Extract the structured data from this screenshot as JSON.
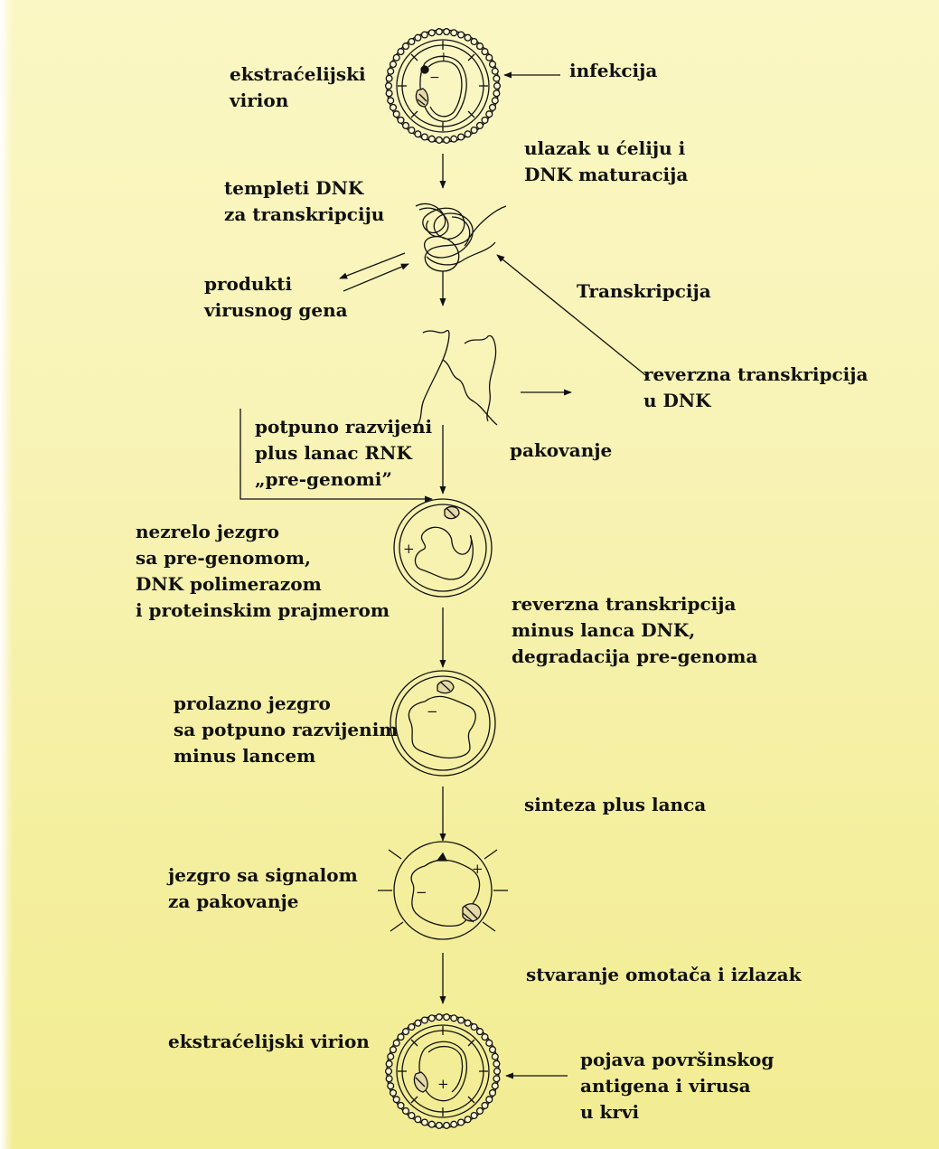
{
  "colors": {
    "background": "#f8f3b5",
    "ink": "#111111"
  },
  "labels": {
    "virion_top": [
      "ekstraćelijski",
      "virion"
    ],
    "infection": "infekcija",
    "entry": [
      "ulazak u ćeliju i",
      "DNK maturacija"
    ],
    "templates": [
      "templeti DNK",
      "za transkripciju"
    ],
    "products": [
      "produkti",
      "virusnog gena"
    ],
    "transcription": "Transkripcija",
    "reverse_transcription": [
      "reverzna transkripcija",
      "u DNK"
    ],
    "pregenome": [
      "potpuno razvijeni",
      "plus lanac RNK",
      "„pre-genomi”"
    ],
    "packaging": "pakovanje",
    "immature_core": [
      "nezrelo jezgro",
      "sa pre-genomom,",
      "DNK polimerazom",
      "i proteinskim prajmerom"
    ],
    "minus_strand_rt": [
      "reverzna transkripcija",
      "minus lanca DNK,",
      "degradacija pre-genoma"
    ],
    "transient_core": [
      "prolazno jezgro",
      "sa potpuno razvijenim",
      "minus lancem"
    ],
    "plus_strand_synthesis": "sinteza plus lanca",
    "packaging_core": [
      "jezgro sa signalom",
      "za pakovanje"
    ],
    "envelope_exit": "stvaranje omotača i izlazak",
    "virion_bottom": "ekstraćelijski virion",
    "surface_antigen": [
      "pojava površinskog",
      "antigena i virusa",
      "u krvi"
    ]
  },
  "symbols": {
    "plus": "+",
    "minus": "−"
  }
}
